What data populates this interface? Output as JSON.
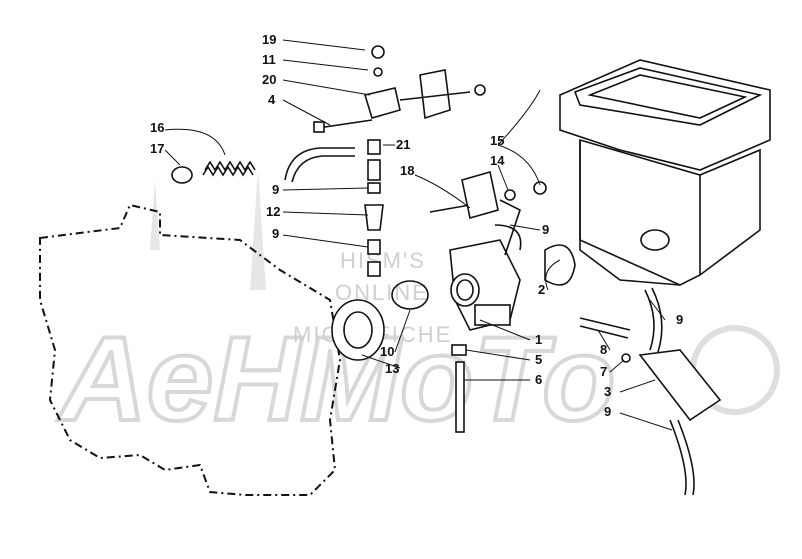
{
  "watermark": {
    "brand": "AeHMoTo",
    "line1": "HISM'S",
    "line2": "ONLINE",
    "line3": "MICROFICHE"
  },
  "callouts": [
    {
      "id": "19",
      "text": "19"
    },
    {
      "id": "11",
      "text": "11"
    },
    {
      "id": "20",
      "text": "20"
    },
    {
      "id": "4",
      "text": "4"
    },
    {
      "id": "16",
      "text": "16"
    },
    {
      "id": "17",
      "text": "17"
    },
    {
      "id": "21",
      "text": "21"
    },
    {
      "id": "15",
      "text": "15"
    },
    {
      "id": "14",
      "text": "14"
    },
    {
      "id": "18",
      "text": "18"
    },
    {
      "id": "9a",
      "text": "9"
    },
    {
      "id": "9b",
      "text": "9"
    },
    {
      "id": "9c",
      "text": "9"
    },
    {
      "id": "9d",
      "text": "9"
    },
    {
      "id": "9e",
      "text": "9"
    },
    {
      "id": "12",
      "text": "12"
    },
    {
      "id": "2",
      "text": "2"
    },
    {
      "id": "1",
      "text": "1"
    },
    {
      "id": "10",
      "text": "10"
    },
    {
      "id": "5",
      "text": "5"
    },
    {
      "id": "13",
      "text": "13"
    },
    {
      "id": "6",
      "text": "6"
    },
    {
      "id": "8",
      "text": "8"
    },
    {
      "id": "7",
      "text": "7"
    },
    {
      "id": "3",
      "text": "3"
    }
  ]
}
